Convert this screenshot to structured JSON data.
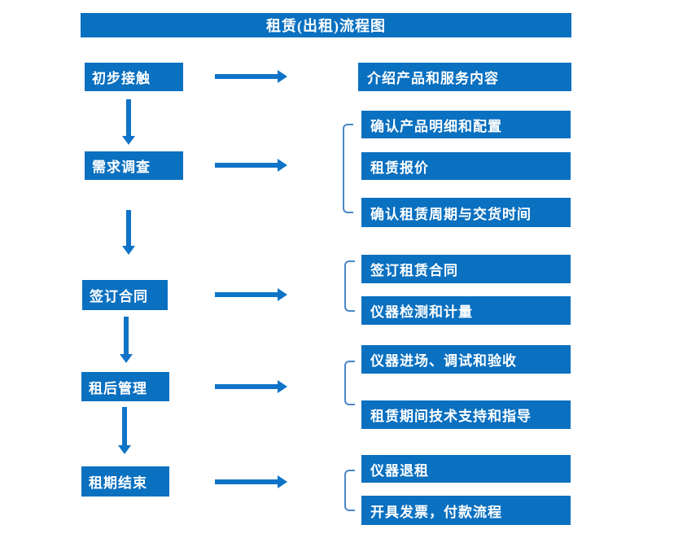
{
  "title": "租赁(出租)流程图",
  "colors": {
    "box_fill": "#0a70c0",
    "arrow": "#0f74c8",
    "bracket": "#4a86c8",
    "text": "#ffffff",
    "background": "#ffffff"
  },
  "rows": [
    {
      "step": "初步接触",
      "details": [
        "介绍产品和服务内容"
      ]
    },
    {
      "step": "需求调查",
      "details": [
        "确认产品明细和配置",
        "租赁报价",
        "确认租赁周期与交货时间"
      ]
    },
    {
      "step": "签订合同",
      "details": [
        "签订租赁合同",
        "仪器检测和计量"
      ]
    },
    {
      "step": "租后管理",
      "details": [
        "仪器进场、调试和验收",
        "租赁期间技术支持和指导"
      ]
    },
    {
      "step": "租期结束",
      "details": [
        "仪器退租",
        "开具发票，付款流程"
      ]
    }
  ]
}
